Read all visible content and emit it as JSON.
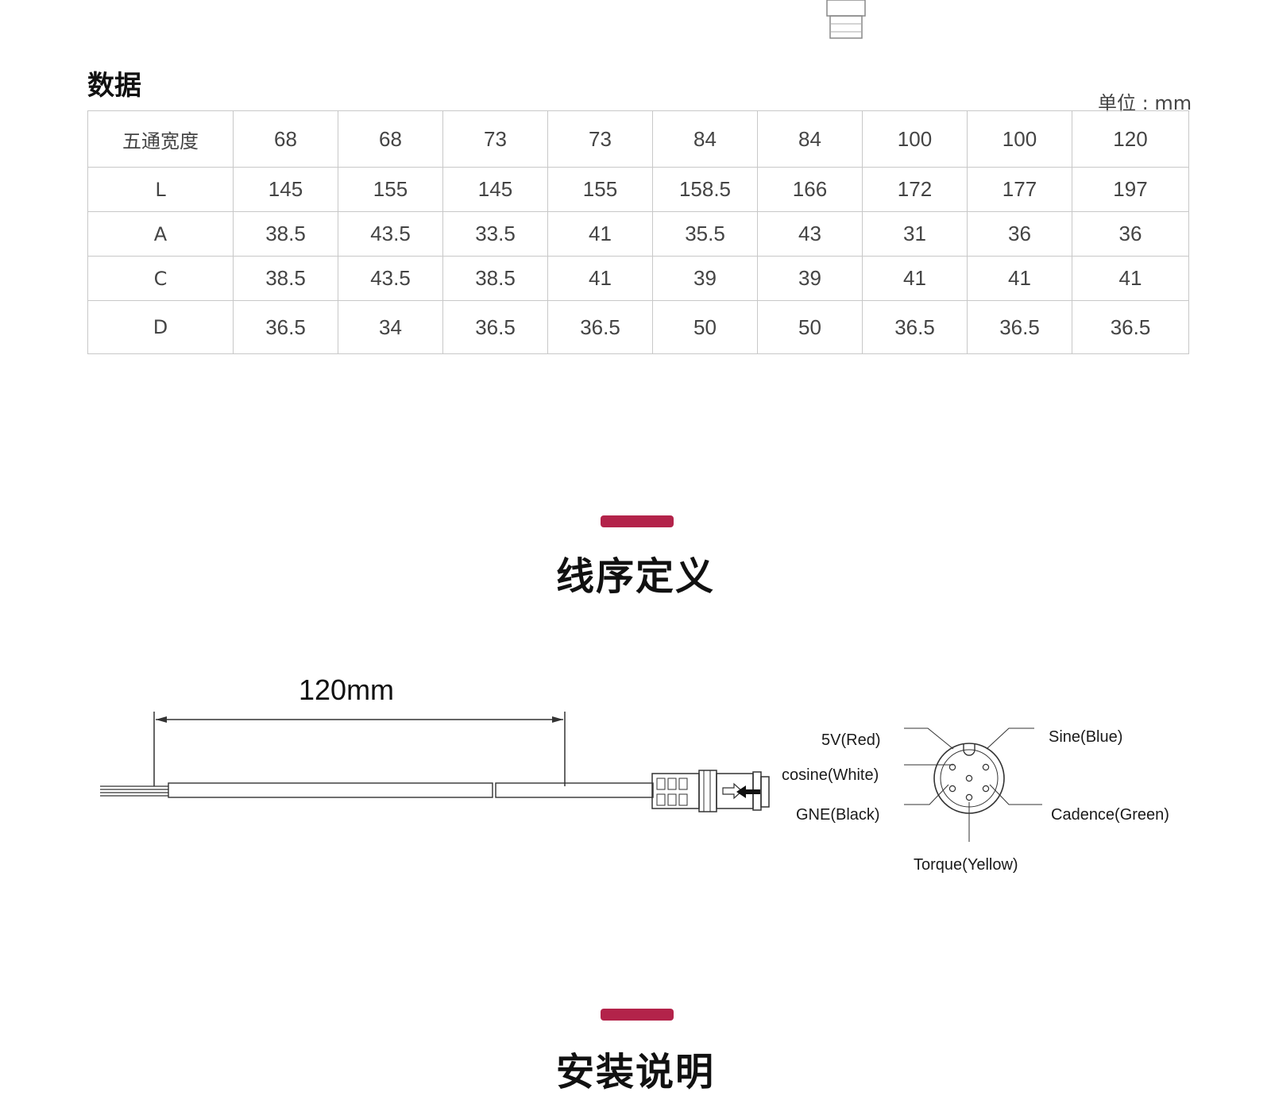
{
  "data_section": {
    "title": "数据",
    "unit_label": "单位 : mm",
    "rows": [
      {
        "label": "五通宽度",
        "values": [
          "68",
          "68",
          "73",
          "73",
          "84",
          "84",
          "100",
          "100",
          "120"
        ]
      },
      {
        "label": "L",
        "values": [
          "145",
          "155",
          "145",
          "155",
          "158.5",
          "166",
          "172",
          "177",
          "197"
        ]
      },
      {
        "label": "A",
        "values": [
          "38.5",
          "43.5",
          "33.5",
          "41",
          "35.5",
          "43",
          "31",
          "36",
          "36"
        ]
      },
      {
        "label": "C",
        "values": [
          "38.5",
          "43.5",
          "38.5",
          "41",
          "39",
          "39",
          "41",
          "41",
          "41"
        ]
      },
      {
        "label": "D",
        "values": [
          "36.5",
          "34",
          "36.5",
          "36.5",
          "50",
          "50",
          "36.5",
          "36.5",
          "36.5"
        ]
      }
    ]
  },
  "wire_section": {
    "title": "线序定义",
    "cable_length_label": "120mm",
    "pins": {
      "red": "5V(Red)",
      "white": "cosine(White)",
      "black": "GNE(Black)",
      "blue": "Sine(Blue)",
      "green": "Cadence(Green)",
      "yellow": "Torque(Yellow)"
    }
  },
  "install_section": {
    "title": "安装说明"
  },
  "colors": {
    "accent": "#b3234a",
    "line": "#333333",
    "table_border": "#c8c8c8"
  },
  "icons": [
    "product-bottom-fragment",
    "connector-arrow-icon"
  ]
}
